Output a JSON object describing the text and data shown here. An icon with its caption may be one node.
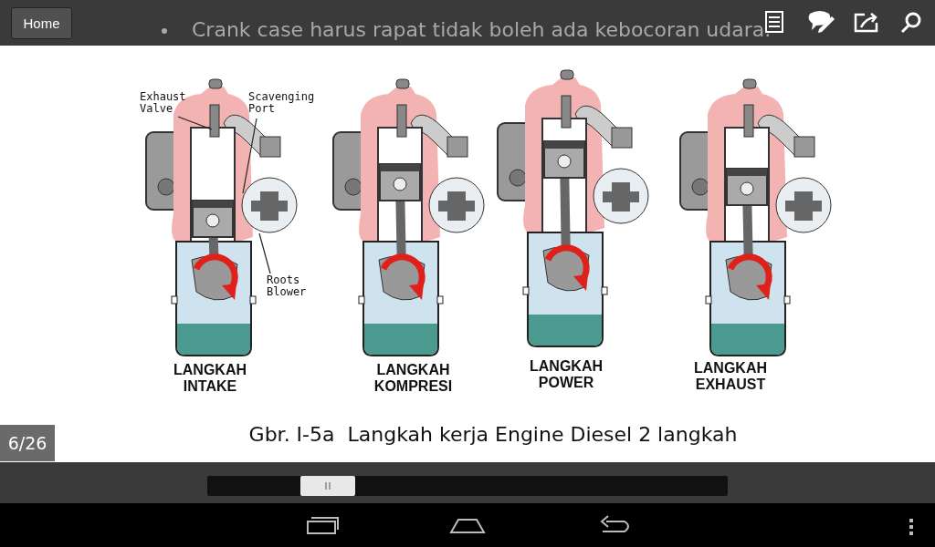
{
  "diagram": {
    "caption": "Gbr. I-5a  Langkah kerja Engine Diesel 2 langkah",
    "nodes": [
      {
        "text": [
          "Exhaust Valve"
        ]
      },
      {
        "text": [
          "Scavenging Port"
        ]
      },
      {
        "text": [
          "Roots Blower"
        ]
      }
    ],
    "edges": [
      {
        "from": 0,
        "to": null,
        "arrow": "none"
      },
      {
        "from": 1,
        "to": null,
        "arrow": "none"
      },
      {
        "from": 2,
        "to": null,
        "arrow": "none"
      }
    ],
    "labels": [
      "Home",
      "Crank case harus rapat tidak boleh ada kebocoran udara.",
      "LANGKAH INTAKE",
      "LANGKAH KOMPRESI",
      "LANGKAH POWER",
      "LANGKAH EXHAUST",
      "6/26"
    ]
  }
}
